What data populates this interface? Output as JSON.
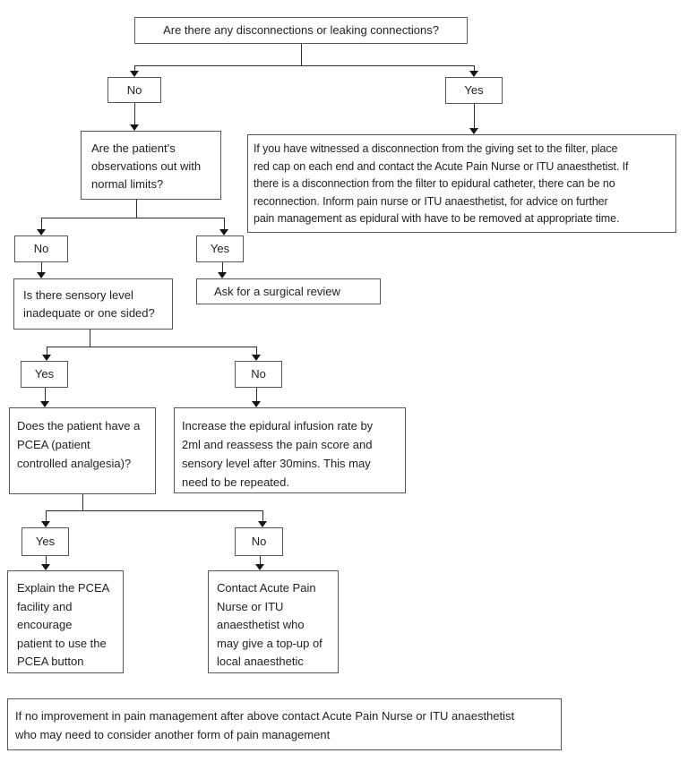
{
  "flowchart": {
    "nodes": {
      "q_disconnect": "Are there any disconnections or leaking connections?",
      "d1_no": "No",
      "d1_yes": "Yes",
      "q_observations": "Are the patient’s\nobservations out with\nnormal limits?",
      "disconnect_action": "If you have witnessed a disconnection from the giving set to the filter, place\nred cap on each end and contact the Acute Pain Nurse or ITU anaesthetist. If\nthere is a disconnection from the filter to epidural catheter, there can be no\nreconnection. Inform pain nurse or ITU anaesthetist, for advice on further\npain management as epidural with have to be removed at appropriate time.",
      "d2_no": "No",
      "d2_yes": "Yes",
      "q_sensory": "Is there sensory level\ninadequate or one sided?",
      "surgical_review": "Ask for a surgical review",
      "d3_yes": "Yes",
      "d3_no": "No",
      "q_pcea": "Does the patient have a\nPCEA (patient\ncontrolled analgesia)?",
      "increase_infusion": "Increase the epidural infusion rate by\n2ml and reassess the pain score and\nsensory level after 30mins. This may\nneed to be repeated.",
      "d4_yes": "Yes",
      "d4_no": "No",
      "explain_pcea": "Explain the PCEA\nfacility and\nencourage\npatient to use the\nPCEA button",
      "contact_nurse": "Contact Acute Pain\nNurse or ITU\nanaesthetist who\nmay give a top-up of\nlocal anaesthetic",
      "no_improvement": "If no improvement in pain management after above contact Acute Pain Nurse or ITU anaesthetist\nwho may need to consider another form of pain management"
    }
  }
}
